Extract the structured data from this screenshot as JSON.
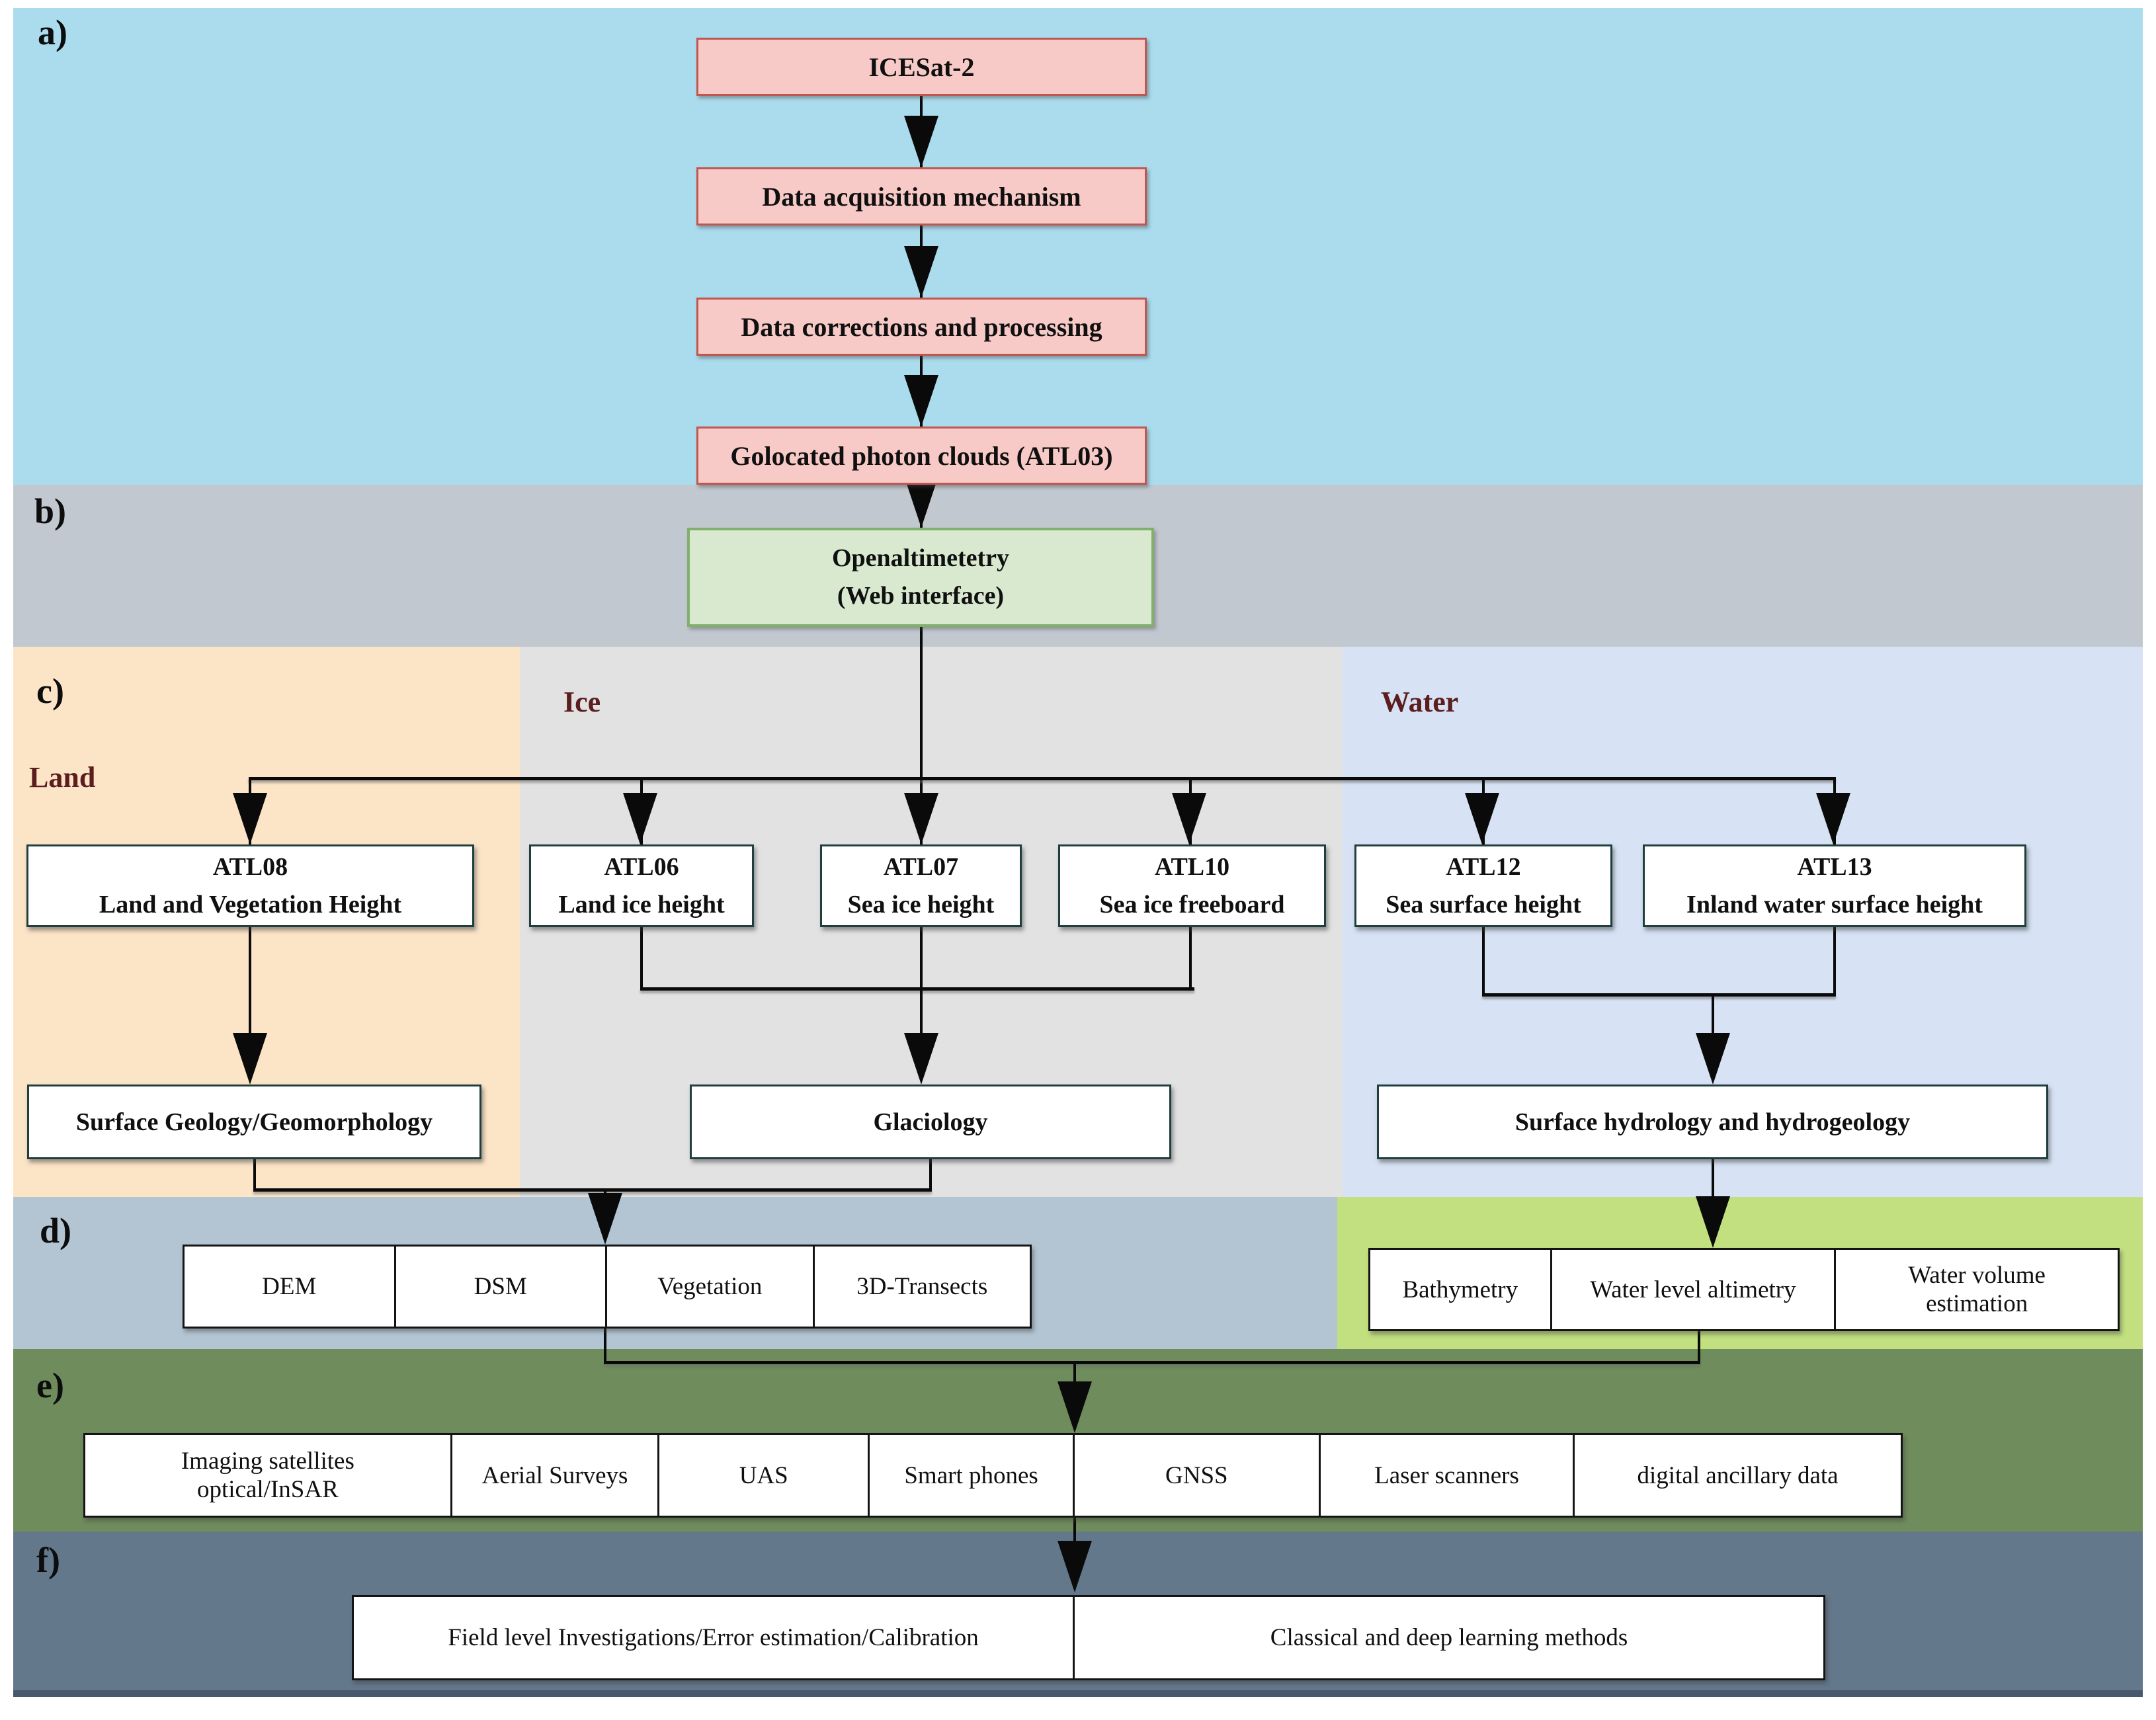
{
  "section_labels": {
    "a": "a)",
    "b": "b)",
    "c": "c)",
    "d": "d)",
    "e": "e)",
    "f": "f)"
  },
  "pipeline": [
    "ICESat-2",
    "Data acquisition mechanism",
    "Data corrections and processing",
    "Golocated photon clouds (ATL03)"
  ],
  "web_interface": {
    "line1": "Openaltimetetry",
    "line2": "(Web interface)"
  },
  "categories": {
    "land": "Land",
    "ice": "Ice",
    "water": "Water"
  },
  "products": [
    {
      "code": "ATL08",
      "name": "Land and Vegetation Height"
    },
    {
      "code": "ATL06",
      "name": "Land ice height"
    },
    {
      "code": "ATL07",
      "name": "Sea ice height"
    },
    {
      "code": "ATL10",
      "name": "Sea ice freeboard"
    },
    {
      "code": "ATL12",
      "name": "Sea surface height"
    },
    {
      "code": "ATL13",
      "name": "Inland water surface height"
    }
  ],
  "applications": {
    "land": "Surface Geology/Geomorphology",
    "ice": "Glaciology",
    "water": "Surface hydrology and hydrogeology"
  },
  "outputs_land_ice": [
    "DEM",
    "DSM",
    "Vegetation",
    "3D-Transects"
  ],
  "outputs_water": [
    "Bathymetry",
    "Water level altimetry",
    "Water volume estimation"
  ],
  "ancillary_sources": [
    "Imaging satellites optical/InSAR",
    "Aerial Surveys",
    "UAS",
    "Smart phones",
    "GNSS",
    "Laser scanners",
    "digital ancillary data"
  ],
  "analysis_methods": [
    "Field level Investigations/Error estimation/Calibration",
    "Classical and deep learning methods"
  ],
  "colors": {
    "section_a": "#aadcee",
    "section_b": "#c1c8cf",
    "land_column": "#fce4c7",
    "ice_column": "#e2e2e3",
    "water_column": "#d7e3f5",
    "d_left": "#b3c5d3",
    "d_right": "#c2e07f",
    "section_e": "#6f8c5c",
    "section_f": "#64788c",
    "pink_box_fill": "#f7cac7",
    "pink_box_border": "#c05650",
    "green_box_fill": "#d9e9cf",
    "green_box_border": "#80b06c",
    "category_label_text": "#5b1d1d",
    "connector": "#0a0a0a"
  }
}
